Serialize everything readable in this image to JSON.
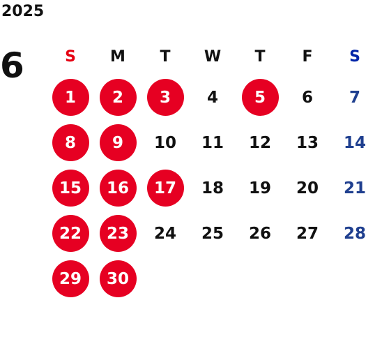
{
  "calendar": {
    "year": "2025",
    "month": "6",
    "weekdays": [
      "S",
      "M",
      "T",
      "W",
      "T",
      "F",
      "S"
    ],
    "weeks": [
      [
        "1",
        "2",
        "3",
        "4",
        "5",
        "6",
        "7"
      ],
      [
        "8",
        "9",
        "10",
        "11",
        "12",
        "13",
        "14"
      ],
      [
        "15",
        "16",
        "17",
        "18",
        "19",
        "20",
        "21"
      ],
      [
        "22",
        "23",
        "24",
        "25",
        "26",
        "27",
        "28"
      ],
      [
        "29",
        "30",
        "",
        "",
        "",
        "",
        ""
      ]
    ],
    "marked_days": [
      "1",
      "2",
      "3",
      "5",
      "8",
      "9",
      "15",
      "16",
      "17",
      "22",
      "23",
      "29",
      "30"
    ],
    "colors": {
      "marked_circle": "#e60022",
      "sunday_header": "#e60012",
      "saturday_header": "#0024a8",
      "saturday_text": "#1f3f8f",
      "default_text": "#111111"
    }
  }
}
